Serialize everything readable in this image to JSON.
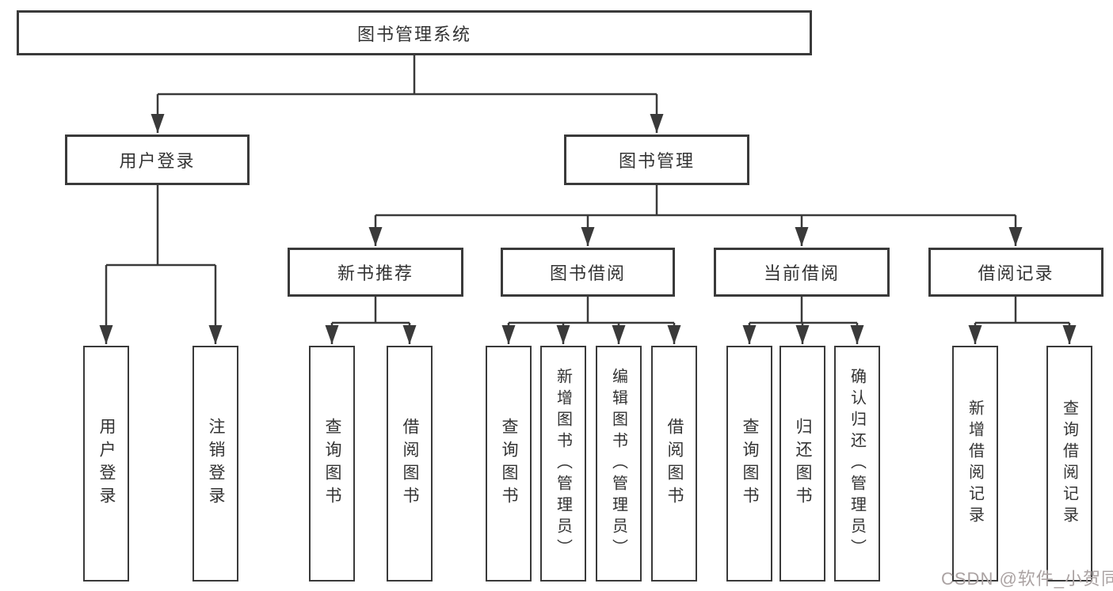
{
  "tree": {
    "root": {
      "label": "图书管理系统"
    },
    "branches": [
      {
        "label": "用户登录",
        "children": [
          {
            "label": "用户登录"
          },
          {
            "label": "注销登录"
          }
        ]
      },
      {
        "label": "图书管理",
        "children": [
          {
            "label": "新书推荐",
            "children": [
              {
                "label": "查询图书"
              },
              {
                "label": "借阅图书"
              }
            ]
          },
          {
            "label": "图书借阅",
            "children": [
              {
                "label": "查询图书"
              },
              {
                "label": "新增图书（管理员）"
              },
              {
                "label": "编辑图书（管理员）"
              },
              {
                "label": "借阅图书"
              }
            ]
          },
          {
            "label": "当前借阅",
            "children": [
              {
                "label": "查询图书"
              },
              {
                "label": "归还图书"
              },
              {
                "label": "确认归还（管理员）"
              }
            ]
          },
          {
            "label": "借阅记录",
            "children": [
              {
                "label": "新增借阅记录"
              },
              {
                "label": "查询借阅记录"
              }
            ]
          }
        ]
      }
    ]
  },
  "watermark": {
    "text": "CSDN @软件_小贺同学"
  },
  "colors": {
    "line": "#3a3a3a",
    "text": "#333333",
    "watermark": "#aba3a3",
    "background": "#ffffff"
  }
}
